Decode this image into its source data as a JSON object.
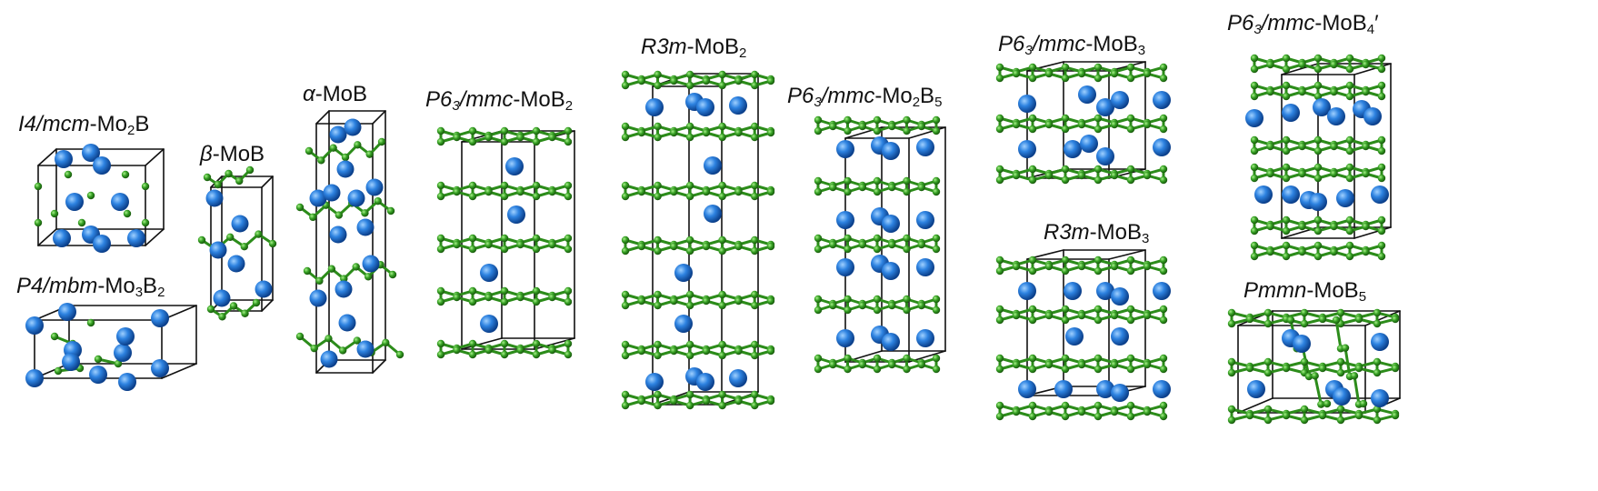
{
  "colors": {
    "mo_atom": "#1f6fd1",
    "b_atom": "#2a9a1f",
    "bond": "#2c8c1a",
    "cell": "#111111"
  },
  "structures": [
    {
      "id": "i4mcm-mo2b",
      "space_group": "I4",
      "space_group_suffix": "/mcm",
      "formula": "Mo",
      "sub1": "2",
      "formula_tail": "B",
      "sub2": "",
      "prime": ""
    },
    {
      "id": "p4mbm-mo3b2",
      "space_group": "P4",
      "space_group_suffix": "/mbm",
      "formula": "Mo",
      "sub1": "3",
      "formula_tail": "B",
      "sub2": "2",
      "prime": ""
    },
    {
      "id": "beta-mob",
      "space_group": "β",
      "space_group_suffix": "",
      "formula": "MoB",
      "sub1": "",
      "formula_tail": "",
      "sub2": "",
      "prime": ""
    },
    {
      "id": "alpha-mob",
      "space_group": "α",
      "space_group_suffix": "",
      "formula": "MoB",
      "sub1": "",
      "formula_tail": "",
      "sub2": "",
      "prime": ""
    },
    {
      "id": "p63mmc-mob2",
      "space_group": "P6",
      "space_group_suffix": "/mmc",
      "formula": "MoB",
      "sub1": "2",
      "formula_tail": "",
      "sub2": "",
      "prime": "",
      "gsub": "3"
    },
    {
      "id": "r3m-mob2",
      "space_group": "R3m",
      "space_group_suffix": "",
      "formula": "MoB",
      "sub1": "2",
      "formula_tail": "",
      "sub2": "",
      "prime": ""
    },
    {
      "id": "p63mmc-mo2b5",
      "space_group": "P6",
      "space_group_suffix": "/mmc",
      "formula": "Mo",
      "sub1": "2",
      "formula_tail": "B",
      "sub2": "5",
      "prime": "",
      "gsub": "3"
    },
    {
      "id": "p63mmc-mob3",
      "space_group": "P6",
      "space_group_suffix": "/mmc",
      "formula": "MoB",
      "sub1": "3",
      "formula_tail": "",
      "sub2": "",
      "prime": "",
      "gsub": "3"
    },
    {
      "id": "r3m-mob3",
      "space_group": "R3m",
      "space_group_suffix": "",
      "formula": "MoB",
      "sub1": "3",
      "formula_tail": "",
      "sub2": "",
      "prime": ""
    },
    {
      "id": "p63mmc-mob4",
      "space_group": "P6",
      "space_group_suffix": "/mmc",
      "formula": "MoB",
      "sub1": "4",
      "formula_tail": "",
      "sub2": "",
      "prime": "′",
      "gsub": "3"
    },
    {
      "id": "pmmn-mob5",
      "space_group": "Pmmn",
      "space_group_suffix": "",
      "formula": "MoB",
      "sub1": "5",
      "formula_tail": "",
      "sub2": "",
      "prime": ""
    }
  ]
}
